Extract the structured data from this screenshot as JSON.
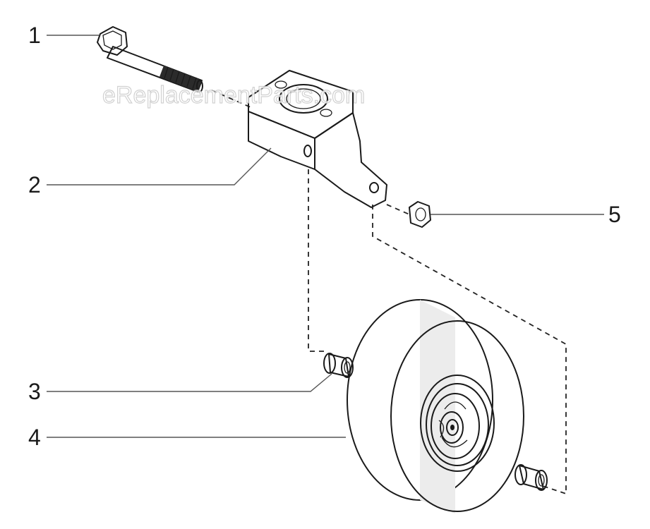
{
  "watermark": "eReplacementParts.com",
  "callouts": [
    {
      "id": "1",
      "label": "1"
    },
    {
      "id": "2",
      "label": "2"
    },
    {
      "id": "3",
      "label": "3"
    },
    {
      "id": "4",
      "label": "4"
    },
    {
      "id": "5",
      "label": "5"
    }
  ],
  "parts": {
    "1": "bolt-icon",
    "2": "caster-bracket-icon",
    "3": "bushing-icon",
    "4": "wheel-icon",
    "5": "hex-nut-icon"
  },
  "colors": {
    "ink": "#1a1a1a",
    "part_fill_light": "#f2f2f2",
    "part_fill_mid": "#d9d9d9",
    "part_fill_dark": "#9a9a9a"
  }
}
